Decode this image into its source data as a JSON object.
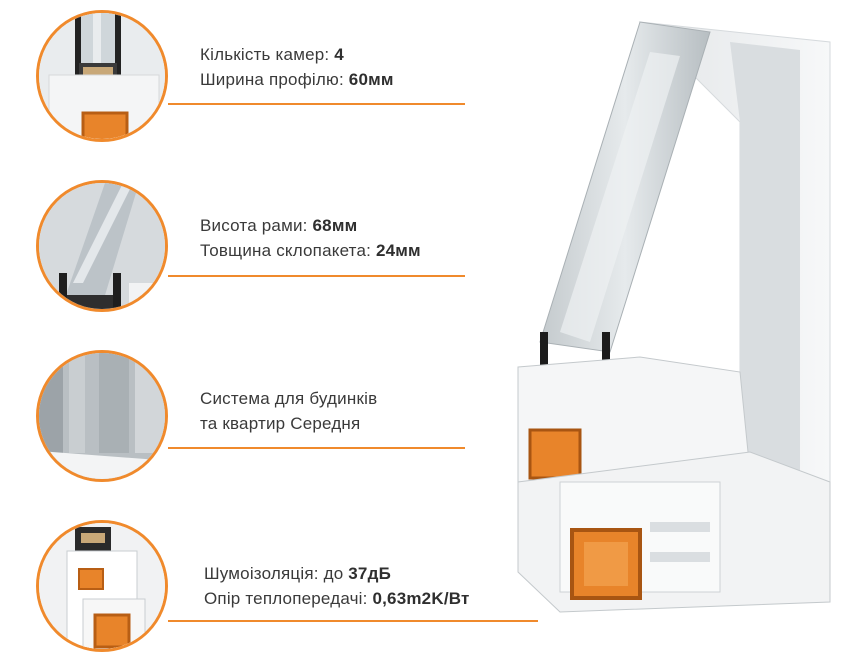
{
  "features": [
    {
      "line1": {
        "label": "Кількість камер: ",
        "value": "4"
      },
      "line2": {
        "label": "Ширина профілю: ",
        "value": "60мм"
      }
    },
    {
      "line1": {
        "label": "Висота рами: ",
        "value": "68мм"
      },
      "line2": {
        "label": "Товщина склопакета: ",
        "value": "24мм"
      }
    },
    {
      "line1": {
        "label": "Система  для будинків",
        "value": ""
      },
      "line2": {
        "label": "та квартир Середня",
        "value": ""
      }
    },
    {
      "line1": {
        "label": "Шумоізоляція: до ",
        "value": "37дБ"
      },
      "line2": {
        "label": "Опір теплопередачі: ",
        "value": "0,63m2K/Вт"
      }
    }
  ],
  "accent_color": "#f08a2c"
}
